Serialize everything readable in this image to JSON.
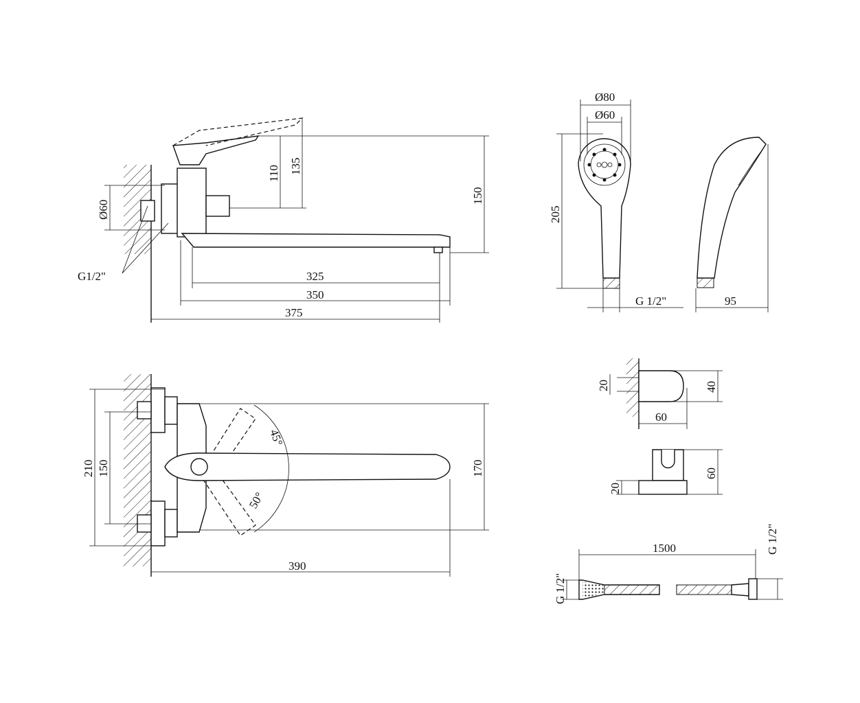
{
  "faucet_side": {
    "pipe_diameter": "Ø60",
    "thread": "G1/2\"",
    "dim_110": "110",
    "dim_135": "135",
    "dim_150": "150",
    "dim_325": "325",
    "dim_350": "350",
    "dim_375": "375"
  },
  "faucet_top": {
    "dim_210": "210",
    "dim_150": "150",
    "dim_170": "170",
    "dim_390": "390",
    "angle_45": "45°",
    "angle_50": "50°"
  },
  "shower_head": {
    "outer_diameter": "Ø80",
    "inner_diameter": "Ø60",
    "height": "205",
    "thread": "G 1/2\"",
    "depth": "95"
  },
  "wall_holder": {
    "dim_20": "20",
    "dim_40": "40",
    "dim_60": "60"
  },
  "bracket": {
    "dim_20": "20",
    "dim_60": "60"
  },
  "hose": {
    "length": "1500",
    "thread_left": "G 1/2\"",
    "thread_right": "G 1/2\""
  }
}
